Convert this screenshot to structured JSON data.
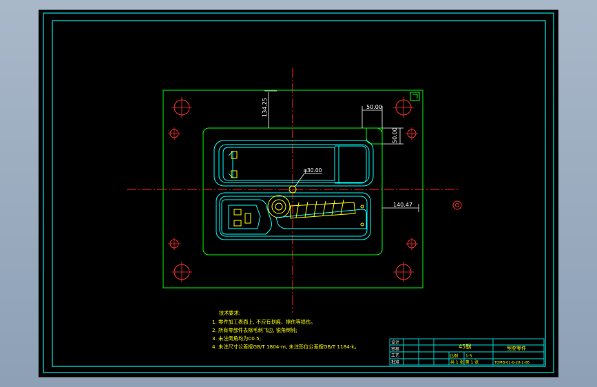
{
  "colors": {
    "frame": "#00e5e5",
    "outline": "#00ff00",
    "holes": "#ff3030",
    "centerline": "#ff2020",
    "cavity": "#00ffff",
    "part": "#ffff00",
    "text": "#ffffff",
    "dimension": "#ffffff"
  },
  "dimensions": {
    "vertical_offset": "134.25",
    "pocket_width": "50.00",
    "pocket_height": "50.00",
    "gate_diameter": "φ30.00",
    "horizontal_offset": "140.47"
  },
  "notes": {
    "heading": "技术要求:",
    "items": [
      "1. 零件加工表面上, 不应有划痕、擦伤等损伤。",
      "2. 所有零部件去除毛刺飞边, 锐角倒钝;",
      "3. 未注倒角均为C0.5;",
      "4. 未注尺寸公差按GB/T 1804-m, 未注形位公差按GB/T 1184-k。"
    ]
  },
  "title_block": {
    "material": "45钢",
    "row_labels": [
      "设计",
      "审核",
      "工艺",
      "批准"
    ],
    "scale_label": "比例",
    "scale_value": "1:5",
    "sheet": "共 1 张  第 1 张",
    "part_name": "型腔零件",
    "drawing_no": "TDMB-01-0-20-1-06"
  }
}
